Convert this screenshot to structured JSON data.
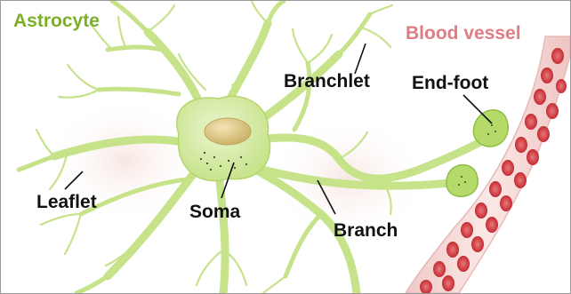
{
  "title": "Astrocyte",
  "vessel_label": "Blood vessel",
  "labels": {
    "branchlet": "Branchlet",
    "end_foot": "End-foot",
    "leaflet": "Leaflet",
    "soma": "Soma",
    "branch": "Branch"
  },
  "colors": {
    "title": "#7cae2a",
    "vessel_label": "#de7d84",
    "cell_fill": "#d5eca4",
    "cell_edge": "#a7cd5e",
    "nucleus": "#d9c486",
    "vessel_wall": "#f4d6d4",
    "red_cell": "#cf3b41"
  }
}
